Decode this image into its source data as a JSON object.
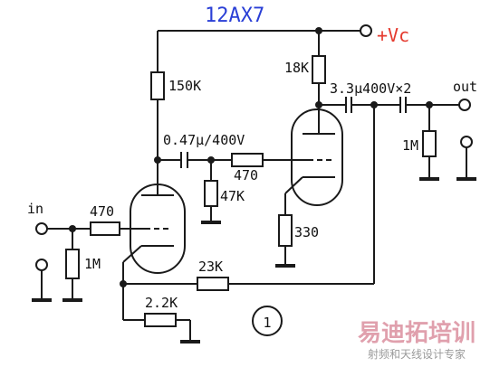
{
  "schematic": {
    "tube_type": "12AX7",
    "supply": "+Vc",
    "output": "out",
    "input": "in",
    "figure_number": "1",
    "components": {
      "r_plate1": "150K",
      "r_plate2": "18K",
      "c_couple1": "0.47μ/400V",
      "c_out": "3.3μ400V×2",
      "r_grid_in": "470",
      "r_input_leak": "1M",
      "r_grid2": "470",
      "r_grid_leak2": "47K",
      "r_cathode2": "330",
      "r_feedback": "23K",
      "r_cathode1": "2.2K",
      "r_output_load": "1M"
    }
  },
  "watermark": {
    "title": "易迪拓培训",
    "subtitle": "射频和天线设计专家"
  },
  "colors": {
    "ink": "#1a1a1a",
    "tube_label": "#2a3fd6",
    "supply_label": "#e53a2e",
    "watermark_title": "#e0a0ad",
    "watermark_subtitle": "#9a9a9a"
  }
}
